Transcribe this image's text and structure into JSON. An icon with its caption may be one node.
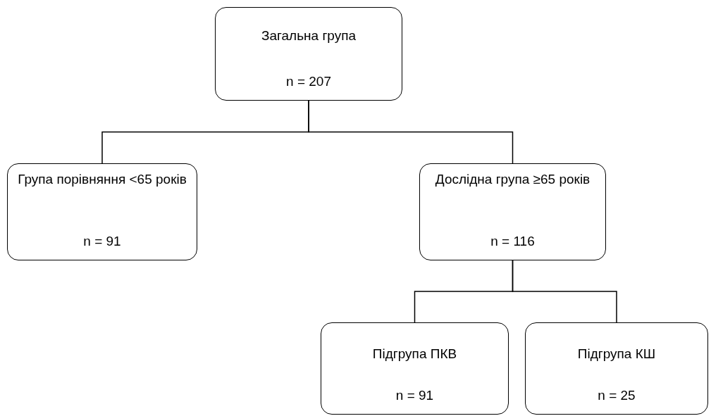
{
  "diagram": {
    "nodes": [
      {
        "text": [
          "Загальна група",
          "n = 207"
        ]
      },
      {
        "text": [
          "Група порівняння <65 років",
          "n = 91"
        ]
      },
      {
        "text": [
          "Дослідна група ≥65 років",
          "n = 116"
        ]
      },
      {
        "text": [
          "Підгрупа ПКВ",
          "n = 91"
        ]
      },
      {
        "text": [
          "Підгрупа КШ",
          "n = 25"
        ]
      }
    ],
    "edges": [
      {
        "from": 0,
        "to": 1,
        "arrow": "none"
      },
      {
        "from": 0,
        "to": 2,
        "arrow": "none"
      },
      {
        "from": 2,
        "to": 3,
        "arrow": "none"
      },
      {
        "from": 2,
        "to": 4,
        "arrow": "none"
      }
    ]
  }
}
